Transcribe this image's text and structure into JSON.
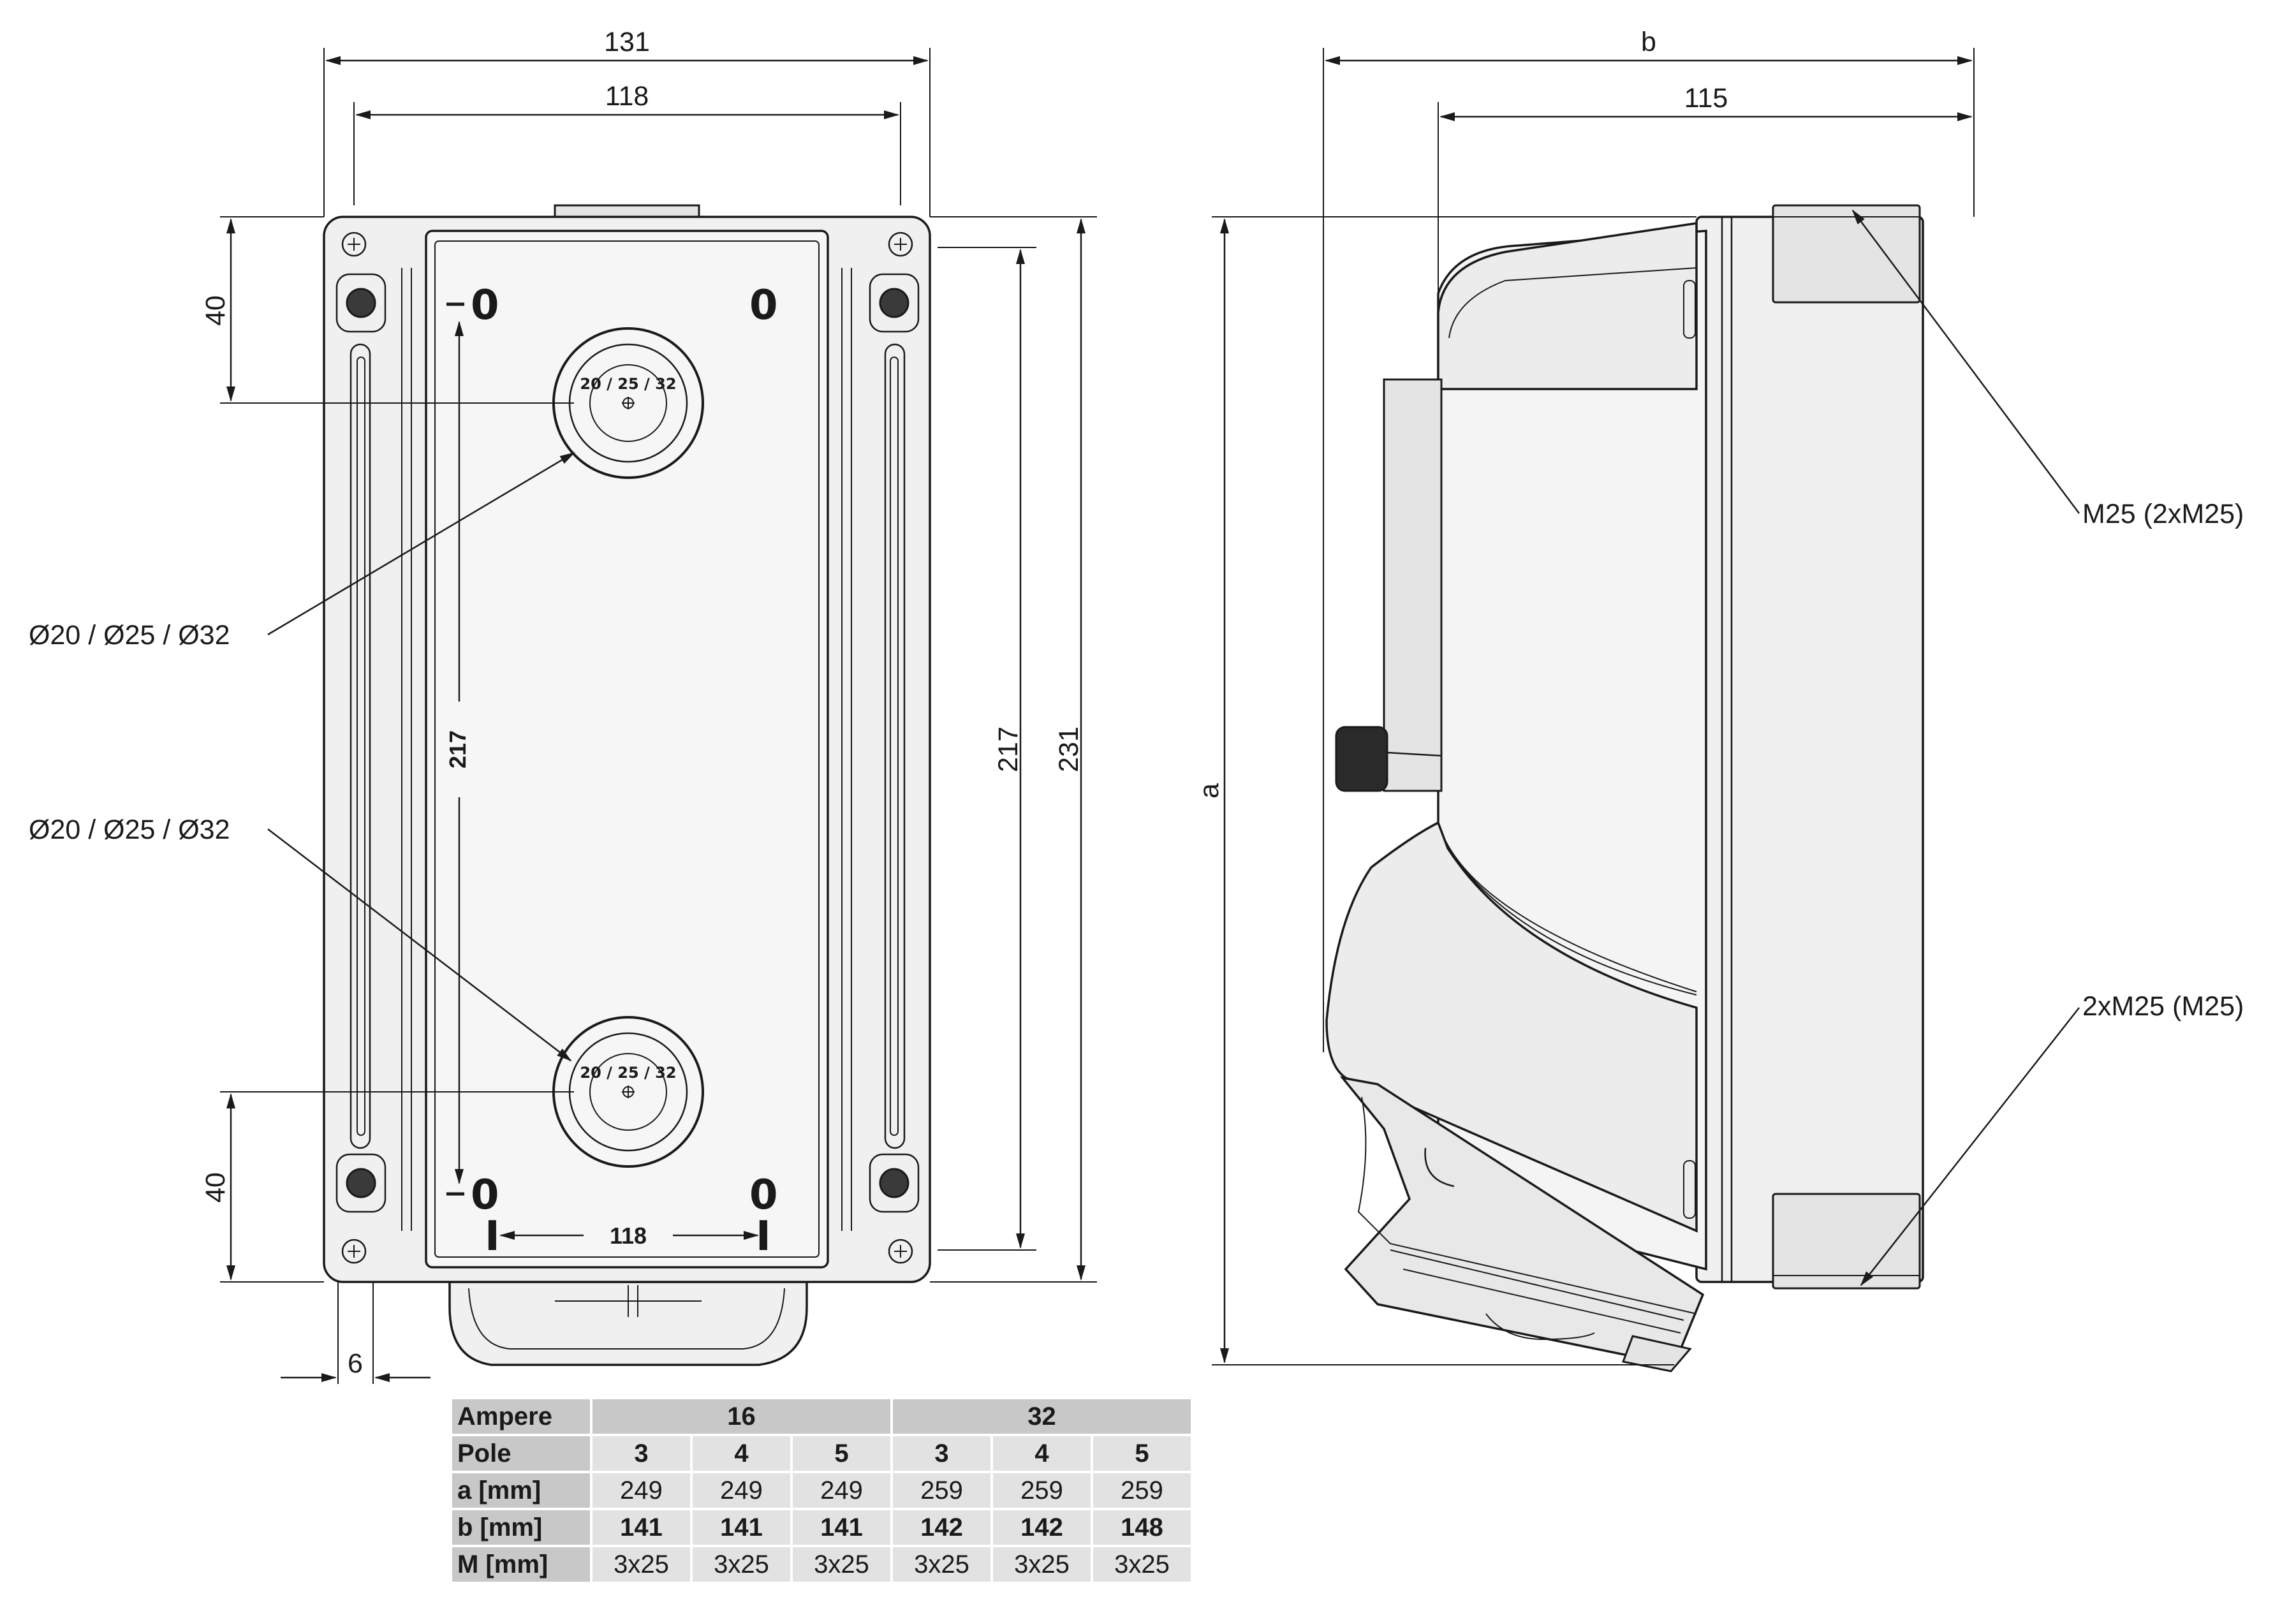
{
  "front_view": {
    "width_overall": "131",
    "width_inner": "118",
    "height_overall": "231",
    "height_inner": "217",
    "top_offset": "40",
    "bottom_offset": "40",
    "wall_offset": "6",
    "inner_height_label": "217",
    "inner_width_label": "118",
    "gland_label_top": "Ø20 / Ø25 / Ø32",
    "gland_label_bottom": "Ø20 / Ø25 / Ø32",
    "switch_mark_off": "0",
    "switch_mark_on": "I",
    "knockout_digits": "20 / 25 / 32"
  },
  "side_view": {
    "depth_overall": "b",
    "depth_inner": "115",
    "height_overall": "a",
    "thread_top": "M25 (2xM25)",
    "thread_bottom": "2xM25 (M25)"
  },
  "spec_table": {
    "rows": [
      {
        "label": "Ampere",
        "cells": [
          "16",
          "32"
        ]
      },
      {
        "label": "Pole",
        "cells": [
          "3",
          "4",
          "5",
          "3",
          "4",
          "5"
        ]
      },
      {
        "label": "a [mm]",
        "cells": [
          "249",
          "249",
          "249",
          "259",
          "259",
          "259"
        ]
      },
      {
        "label": "b [mm]",
        "cells": [
          "141",
          "141",
          "141",
          "142",
          "142",
          "148"
        ]
      },
      {
        "label": "M [mm]",
        "cells": [
          "3x25",
          "3x25",
          "3x25",
          "3x25",
          "3x25",
          "3x25"
        ]
      }
    ]
  }
}
